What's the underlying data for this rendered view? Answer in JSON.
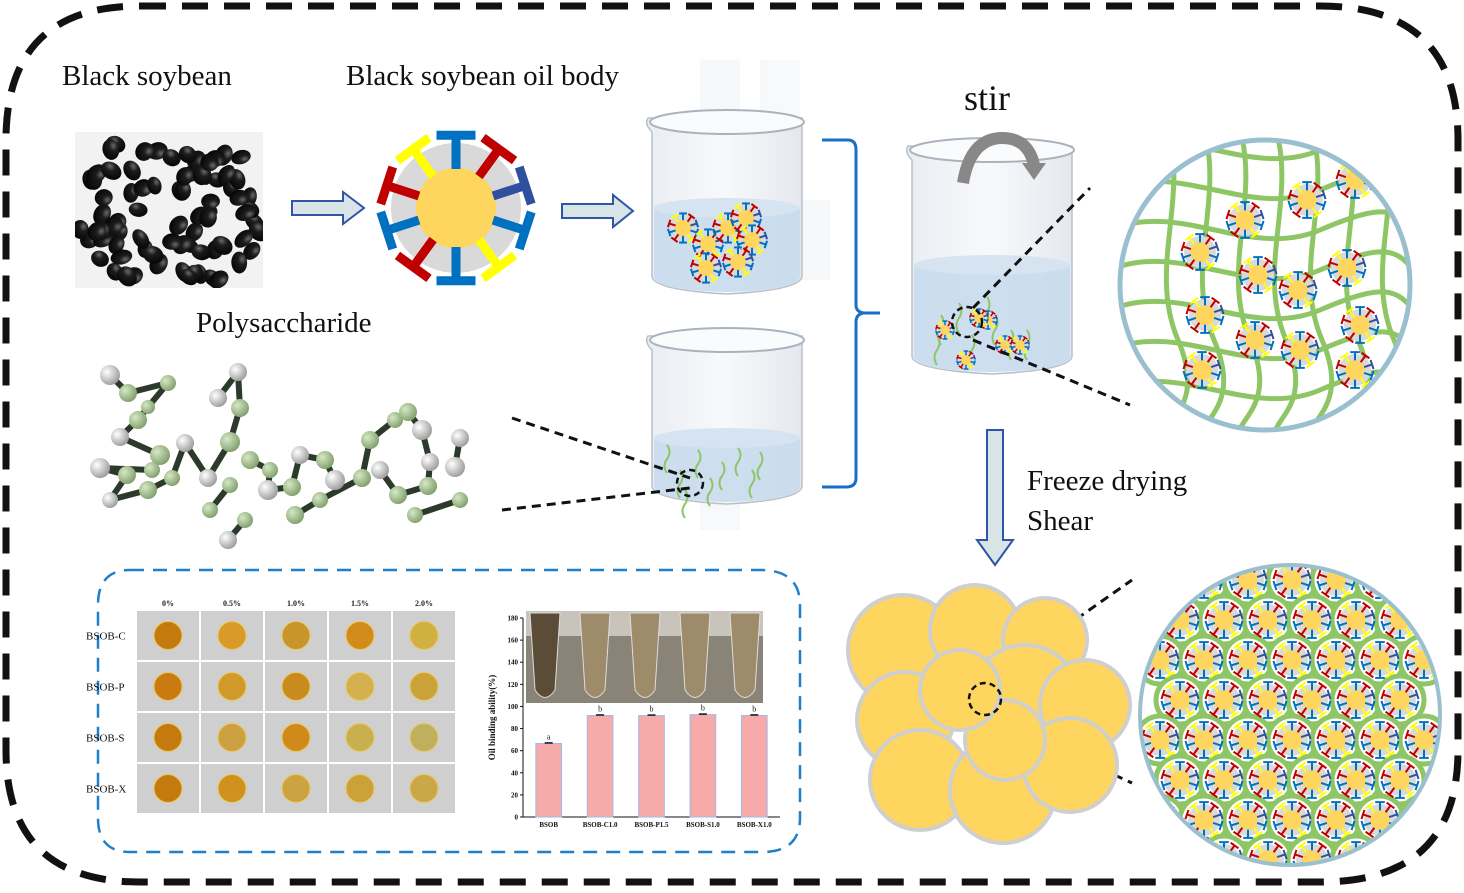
{
  "figure": {
    "labels": {
      "black_soybean": "Black soybean",
      "oil_body": "Black soybean oil body",
      "polysaccharide": "Polysaccharide",
      "stir": "stir",
      "freeze_drying": "Freeze drying",
      "shear": "Shear"
    },
    "colors": {
      "frame_dash": "#111111",
      "inset_dash": "#1f7fc9",
      "oil_core": "#fdd55f",
      "membrane": "#d9d9d9",
      "protein_blue": "#0070c0",
      "protein_red": "#c00000",
      "protein_yellow": "#ffff00",
      "protein_navy": "#2f4f9f",
      "polysaccharide_chain": "#8ec565",
      "zoom_circle": "#9ac0d0",
      "water": "#c5d9ec",
      "arrow_fill": "#d9e4e6",
      "arrow_stroke": "#2f55a4",
      "bracket": "#1a6fc4",
      "bar_fill": "#f6aaaa",
      "bar_edge": "#9dbbea"
    },
    "photo_grid": {
      "columns": [
        "0%",
        "0.5%",
        "1.0%",
        "1.5%",
        "2.0%"
      ],
      "rows": [
        "BSOB-C",
        "BSOB-P",
        "BSOB-S",
        "BSOB-X"
      ]
    }
  },
  "chart_data": {
    "type": "bar",
    "title": "",
    "xlabel": "",
    "ylabel": "Oil binding ability(%)",
    "categories": [
      "BSOB",
      "BSOB-C1.0",
      "BSOB-P1.5",
      "BSOB-S1.0",
      "BSOB-X1.0"
    ],
    "values": [
      66.5,
      91.8,
      91.7,
      92.6,
      91.8
    ],
    "error": [
      0.5,
      0.5,
      0.5,
      0.5,
      0.5
    ],
    "significance": [
      "a",
      "b",
      "b",
      "b",
      "b"
    ],
    "ylim": [
      0,
      180
    ],
    "yticks": [
      0,
      20,
      40,
      60,
      80,
      100,
      120,
      140,
      160,
      180
    ],
    "grid": false,
    "legend": "none"
  }
}
